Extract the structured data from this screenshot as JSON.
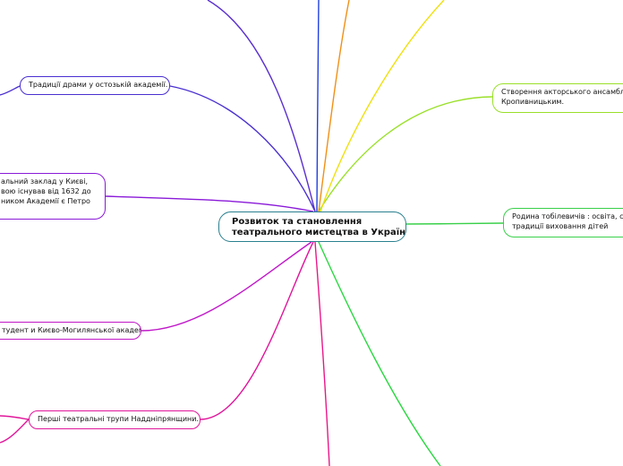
{
  "central_topic": {
    "lines": [
      "Розвиток та становлення",
      "театрального мистецтва в Україні."
    ],
    "border_color": "#2a7f8f"
  },
  "topics": [
    {
      "id": "drama-tradition",
      "lines": [
        "Традиції драми у остозькій академії."
      ],
      "color": "#4a2fd0"
    },
    {
      "id": "academy-institution",
      "lines": [
        "альний заклад у Києві,",
        "вою існував від 1632 до",
        "ником Академії є Петро"
      ],
      "color": "#8a1ad8"
    },
    {
      "id": "mohyla-students",
      "lines": [
        "тудент и Києво-Могилянської академії"
      ],
      "color": "#c018c8"
    },
    {
      "id": "first-troupes",
      "lines": [
        "Перші театральні трупи Наддніпрянщини."
      ],
      "color": "#e0169a"
    },
    {
      "id": "kropyvnytsky-ensemble",
      "lines": [
        "Створення акторського ансамбл",
        "Кропивницьким."
      ],
      "color": "#9ae02a"
    },
    {
      "id": "tobilevych-family",
      "lines": [
        "Родина тобілевичів : освіта, с",
        "традиції виховання дітей"
      ],
      "color": "#3ad04a"
    }
  ],
  "offscreen_branch_colors": [
    "#2040e0",
    "#f09018",
    "#f0e010",
    "#5a30d0",
    "#e81888",
    "#2ad840"
  ]
}
